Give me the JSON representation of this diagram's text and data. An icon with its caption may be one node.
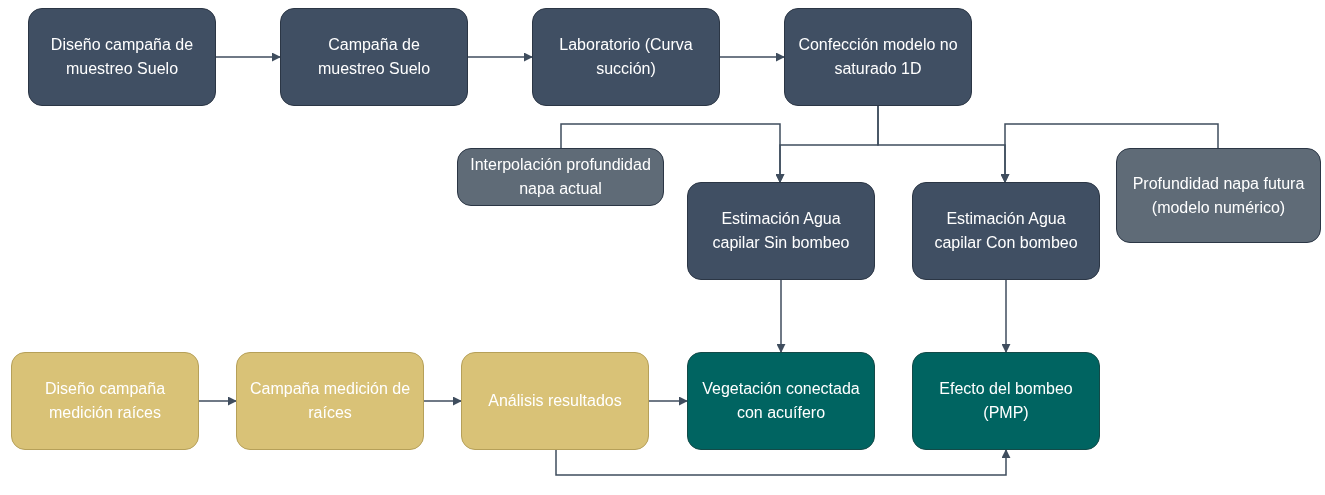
{
  "diagram": {
    "nodes": [
      {
        "text": [
          "Diseño campaña de muestreo Suelo"
        ]
      },
      {
        "text": [
          "Campaña de muestreo Suelo"
        ]
      },
      {
        "text": [
          "Laboratorio (Curva succión)"
        ]
      },
      {
        "text": [
          "Confección modelo no saturado 1D"
        ]
      },
      {
        "text": [
          "Interpolación profundidad napa actual"
        ]
      },
      {
        "text": [
          "Estimación Agua capilar Sin bombeo"
        ]
      },
      {
        "text": [
          "Estimación Agua capilar Con bombeo"
        ]
      },
      {
        "text": [
          "Profundidad napa futura (modelo numérico)"
        ]
      },
      {
        "text": [
          "Diseño campaña medición raíces"
        ]
      },
      {
        "text": [
          "Campaña medición de raíces"
        ]
      },
      {
        "text": [
          "Análisis resultados"
        ]
      },
      {
        "text": [
          "Vegetación conectada con acuífero"
        ]
      },
      {
        "text": [
          "Efecto del bombeo (PMP)"
        ]
      }
    ],
    "edges": [
      {
        "from": 0,
        "to": 1,
        "arrow": "to"
      },
      {
        "from": 1,
        "to": 2,
        "arrow": "to"
      },
      {
        "from": 2,
        "to": 3,
        "arrow": "to"
      },
      {
        "from": 3,
        "to": 5,
        "arrow": "to"
      },
      {
        "from": 3,
        "to": 6,
        "arrow": "to"
      },
      {
        "from": 4,
        "to": 5,
        "arrow": "to"
      },
      {
        "from": 7,
        "to": 6,
        "arrow": "to"
      },
      {
        "from": 5,
        "to": 11,
        "arrow": "to"
      },
      {
        "from": 6,
        "to": 12,
        "arrow": "to"
      },
      {
        "from": 8,
        "to": 9,
        "arrow": "to"
      },
      {
        "from": 9,
        "to": 10,
        "arrow": "to"
      },
      {
        "from": 10,
        "to": 11,
        "arrow": "to"
      },
      {
        "from": 10,
        "to": 12,
        "arrow": "to"
      }
    ]
  }
}
